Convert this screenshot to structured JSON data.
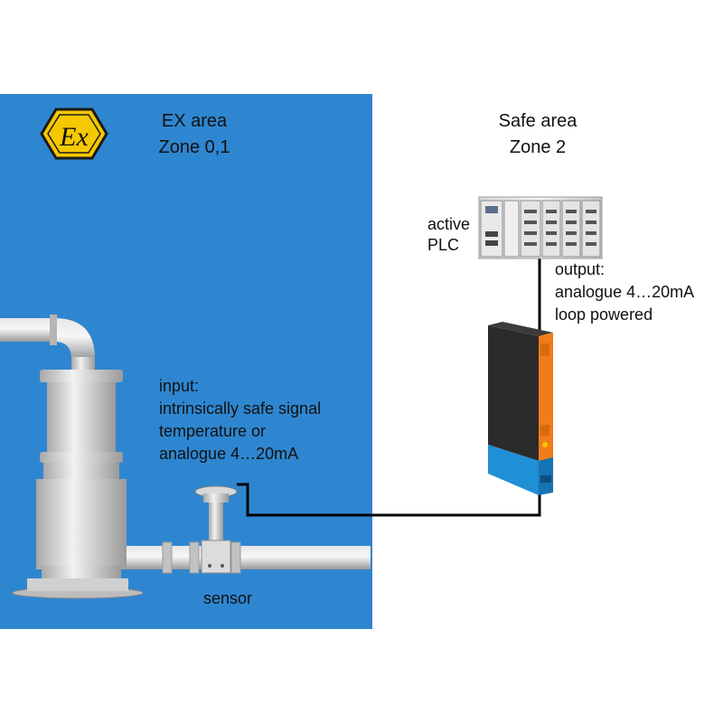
{
  "ex_area": {
    "title": "EX area",
    "zone": "Zone 0,1",
    "logo_text": "Ex",
    "color": "#2f86d0",
    "logo_color": "#f5c800"
  },
  "safe_area": {
    "title": "Safe area",
    "zone": "Zone 2"
  },
  "plc": {
    "line1": "active",
    "line2": "PLC"
  },
  "output": {
    "line1": "output:",
    "line2": "analogue 4…20mA",
    "line3": "loop powered"
  },
  "input": {
    "line1": "input:",
    "line2": "intrinsically safe signal",
    "line3": "temperature or",
    "line4": "analogue 4…20mA"
  },
  "sensor_label": "sensor",
  "colors": {
    "isolator_body": "#2b2b2b",
    "isolator_accent": "#f07d1a",
    "isolator_base": "#1f8fd6",
    "pipe": "#c9c9c9",
    "wire": "#000000"
  }
}
